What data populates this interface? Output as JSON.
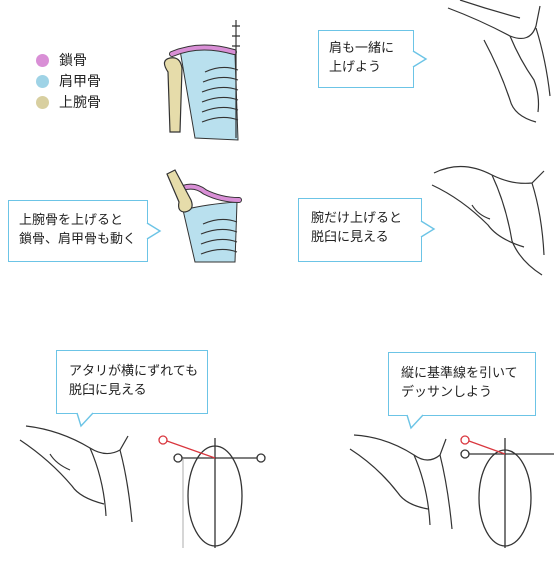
{
  "legend": {
    "items": [
      {
        "label": "鎖骨",
        "color": "#d98fd6"
      },
      {
        "label": "肩甲骨",
        "color": "#9fd3e6"
      },
      {
        "label": "上腕骨",
        "color": "#d8cfa0"
      }
    ]
  },
  "callouts": {
    "shoulder_raise": [
      "肩も一緒に",
      "上げよう"
    ],
    "humerus_moves": [
      "上腕骨を上げると",
      "鎖骨、肩甲骨も動く"
    ],
    "dislocated": [
      "腕だけ上げると",
      "脱臼に見える"
    ],
    "shifted": [
      "アタリが横にずれても",
      "脱臼に見える"
    ],
    "guideline": [
      "縦に基準線を引いて",
      "デッサンしよう"
    ]
  },
  "colors": {
    "callout_border": "#6cc4e6",
    "clavicle": "#d98fd6",
    "scapula": "#9fd3e6",
    "humerus": "#d8cfa0",
    "guide_red": "#d9363e"
  }
}
